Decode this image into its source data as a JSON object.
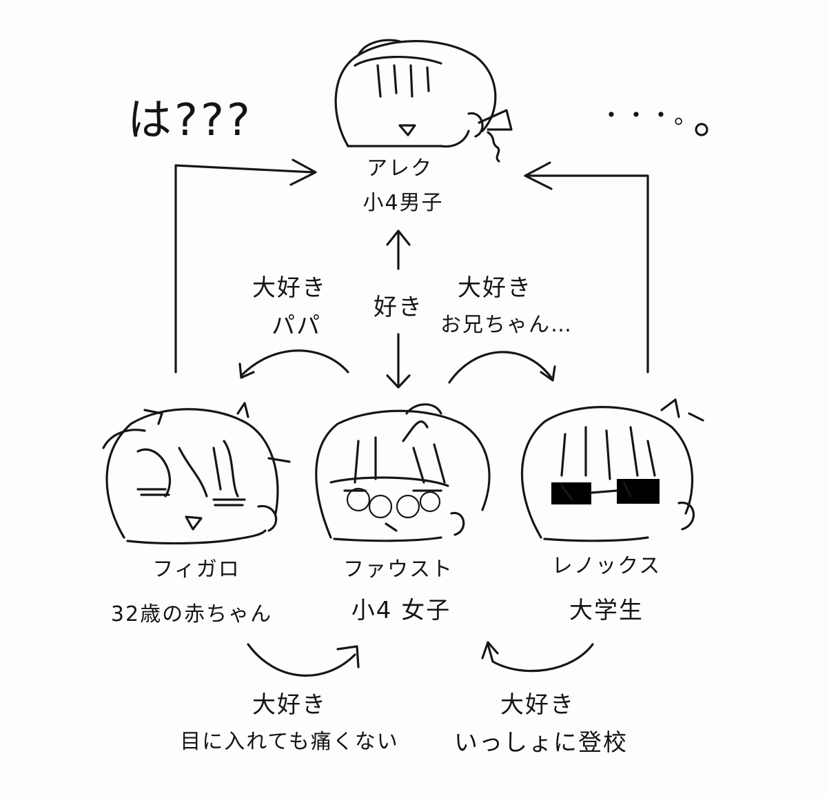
{
  "characters": {
    "top": {
      "name": "アレク",
      "role": "小4男子"
    },
    "left": {
      "name": "フィガロ",
      "role": "32歳の赤ちゃん"
    },
    "center": {
      "name": "ファウスト",
      "role": "小4 女子"
    },
    "right": {
      "name": "レノックス",
      "role": "大学生"
    }
  },
  "reactions": {
    "left": "は???",
    "right": "・・・。"
  },
  "relations": {
    "center_to_top": "好き",
    "center_to_left": {
      "line1": "大好き",
      "line2": "パパ"
    },
    "center_to_right": {
      "line1": "大好き",
      "line2": "お兄ちゃん…"
    },
    "left_to_center": {
      "line1": "大好き",
      "line2": "目に入れても痛くない"
    },
    "right_to_center": {
      "line1": "大好き",
      "line2": "いっしょに登校"
    }
  }
}
